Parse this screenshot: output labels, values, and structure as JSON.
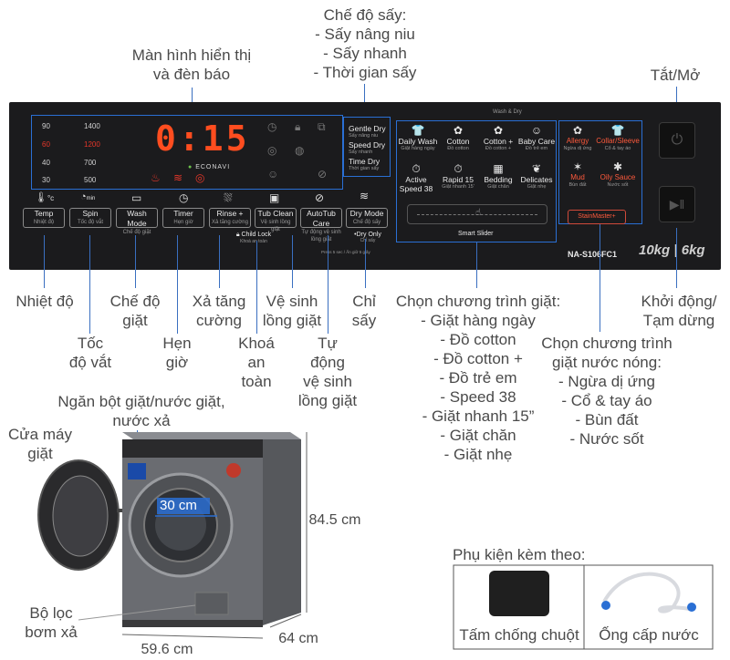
{
  "annotations": {
    "display": [
      "Màn hình hiển thị",
      "và đèn báo"
    ],
    "dry_modes": [
      "Chế độ sấy:",
      "- Sấy nâng niu",
      "- Sấy nhanh",
      "- Thời gian sấy"
    ],
    "power": "Tắt/Mở",
    "temp": "Nhiệt độ",
    "spin": [
      "Tốc",
      "độ vắt"
    ],
    "wash_mode": [
      "Chế độ",
      "giặt"
    ],
    "timer": [
      "Hẹn",
      "giờ"
    ],
    "rinse": [
      "Xả tăng",
      "cường"
    ],
    "child_lock": [
      "Khoá",
      "an",
      "toàn"
    ],
    "tub_clean": [
      "Vệ sinh",
      "lồng giặt"
    ],
    "auto_tub": [
      "Tự",
      "động",
      "vệ sinh",
      "lồng giặt"
    ],
    "dry_only": [
      "Chỉ",
      "sấy"
    ],
    "programs": [
      "Chọn chương trình giặt:",
      "- Giặt hàng ngày",
      "- Đồ cotton",
      "- Đồ cotton +",
      "- Đồ trẻ em",
      "- Speed 38",
      "- Giặt nhanh 15”",
      "- Giặt chăn",
      "- Giặt nhẹ"
    ],
    "start": [
      "Khởi động/",
      "Tạm dừng"
    ],
    "hot_programs": [
      "Chọn chương trình",
      "giặt nước nóng:",
      "- Ngừa dị ứng",
      "- Cổ & tay áo",
      "- Bùn đất",
      "- Nước sốt"
    ],
    "detergent": [
      "Ngăn bột giặt/nước giặt,",
      "nước xả"
    ],
    "door": [
      "Cửa máy",
      "giặt"
    ],
    "filter": [
      "Bộ lọc",
      "bơm xả"
    ],
    "accessories": "Phụ kiện kèm theo:",
    "accessory_1": "Tấm chống chuột",
    "accessory_2": "Ống cấp nước"
  },
  "dimensions": {
    "height": "84.5 cm",
    "depth": "64 cm",
    "width": "59.6 cm",
    "door": "30 cm"
  },
  "panel": {
    "display": "0:15",
    "temps": [
      "90",
      "60",
      "40",
      "30"
    ],
    "spins": [
      "1400",
      "1200",
      "700",
      "500"
    ],
    "econavi": "ECONAVI",
    "buttons": [
      {
        "t": "Temp",
        "s": "Nhiệt độ"
      },
      {
        "t": "Spin",
        "s": "Tốc độ vắt"
      },
      {
        "t": "Wash Mode",
        "s": "Chế độ giặt"
      },
      {
        "t": "Timer",
        "s": "Hẹn giờ"
      },
      {
        "t": "Rinse +",
        "s": "Xả tăng cường"
      },
      {
        "t": "Tub Clean",
        "s": "Vệ sinh lồng giặt"
      },
      {
        "t": "AutoTub Care",
        "s": "Tự động vệ sinh lồng giặt"
      },
      {
        "t": "Dry Mode",
        "s": "Chế độ sấy"
      }
    ],
    "min_label": "min",
    "child_lock": "Child Lock",
    "child_lock_sub": "Khoá an toàn",
    "dry_only": "Dry Only",
    "dry_only_sub": "Chỉ sấy",
    "press_note": "Press 5 sec / Ấn giữ 5 giây",
    "dry": [
      {
        "t": "Gentle Dry",
        "s": "Sấy nâng niu"
      },
      {
        "t": "Speed Dry",
        "s": "Sấy nhanh"
      },
      {
        "t": "Time Dry",
        "s": "Thời gian sấy"
      }
    ],
    "wash_dry": "Wash & Dry",
    "programs": [
      {
        "t": "Daily Wash",
        "s": "Giặt hàng ngày",
        "i": "👕"
      },
      {
        "t": "Cotton",
        "s": "Đồ cotton",
        "i": "✿"
      },
      {
        "t": "Cotton +",
        "s": "Đồ cotton +",
        "i": "✿"
      },
      {
        "t": "Baby Care",
        "s": "Đồ trẻ em",
        "i": "☺"
      },
      {
        "t": "Active Speed 38",
        "s": "",
        "i": "⏱"
      },
      {
        "t": "Rapid 15",
        "s": "Giặt nhanh 15'",
        "i": "⏱"
      },
      {
        "t": "Bedding",
        "s": "Giặt chăn",
        "i": "▦"
      },
      {
        "t": "Delicates",
        "s": "Giặt nhẹ",
        "i": "❦"
      }
    ],
    "slider": "Smart Slider",
    "hot": [
      {
        "t": "Allergy",
        "s": "Ngừa dị ứng",
        "i": "✿"
      },
      {
        "t": "Collar/Sleeve",
        "s": "Cổ & tay áo",
        "i": "👕"
      },
      {
        "t": "Mud",
        "s": "Bùn đất",
        "i": "✶"
      },
      {
        "t": "Oily Sauce",
        "s": "Nước sốt",
        "i": "✱"
      }
    ],
    "stainmaster": "StainMaster+",
    "model": "NA-S106FC1",
    "capacity": "10kg | 6kg"
  }
}
